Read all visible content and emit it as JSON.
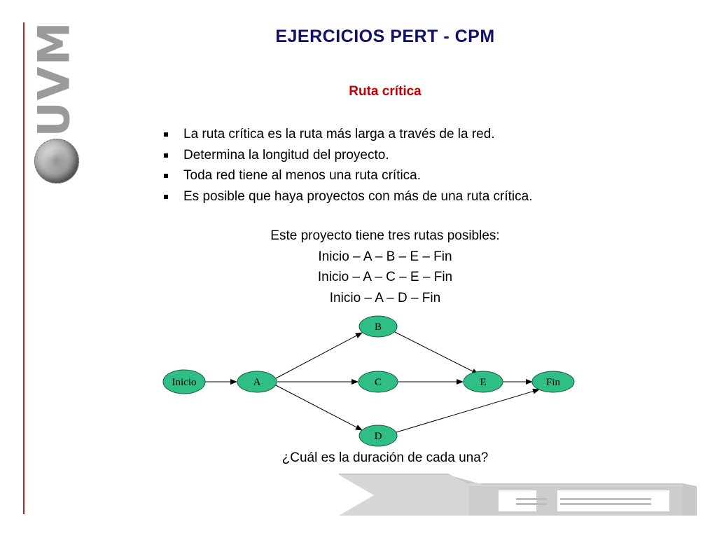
{
  "logo": {
    "text": "UVM",
    "icon": "globe-icon"
  },
  "title": "EJERCICIOS PERT - CPM",
  "subtitle": "Ruta crítica",
  "bullets": [
    "La ruta crítica es la ruta más larga a través de la red.",
    "Determina la longitud del proyecto.",
    "Toda red tiene al menos una ruta crítica.",
    "Es posible que haya proyectos con más de una ruta crítica."
  ],
  "routes": {
    "intro": "Este proyecto tiene tres rutas posibles:",
    "items": [
      "Inicio – A – B – E – Fin",
      "Inicio – A – C – E – Fin",
      "Inicio – A – D – Fin"
    ]
  },
  "network": {
    "nodes": {
      "inicio": "Inicio",
      "a": "A",
      "b": "B",
      "c": "C",
      "d": "D",
      "e": "E",
      "fin": "Fin"
    },
    "node_color": "#2fbe86"
  },
  "question": "¿Cuál es la duración de cada una?",
  "colors": {
    "title": "#10106a",
    "subtitle": "#c00000",
    "accent_line": "#b0232a"
  }
}
